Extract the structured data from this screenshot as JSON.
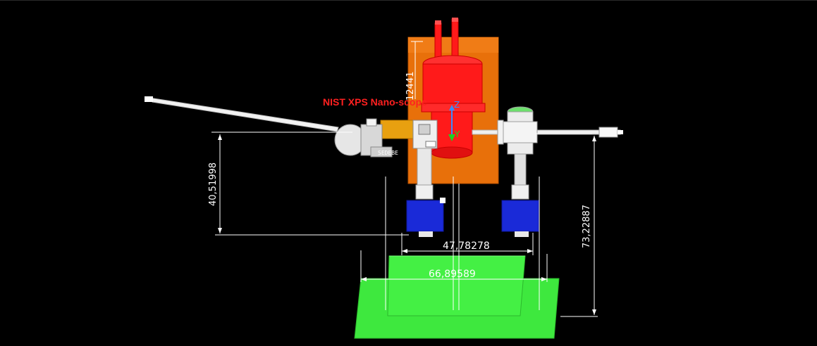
{
  "scene": {
    "title": "NIST XPS Nano-scope",
    "background": "#000000",
    "colors": {
      "frame": "#e8700a",
      "chamber": "#ff1a1a",
      "base_platform": "#3ee83e",
      "support_blocks": "#1a2ad8",
      "hardware": "#f0f0f0",
      "dimension_lines": "#ffffff",
      "axis_z": "#3a8cff",
      "axis_y": "#20d020"
    }
  },
  "dimensions": {
    "left_height": "40,51998",
    "right_height": "73,22887",
    "inner_width": "47,78278",
    "outer_width": "66,89589",
    "frame_height": "12441"
  },
  "axes": {
    "z_label": "Z",
    "y_label": "Y"
  },
  "part_label": "SEDEBE"
}
